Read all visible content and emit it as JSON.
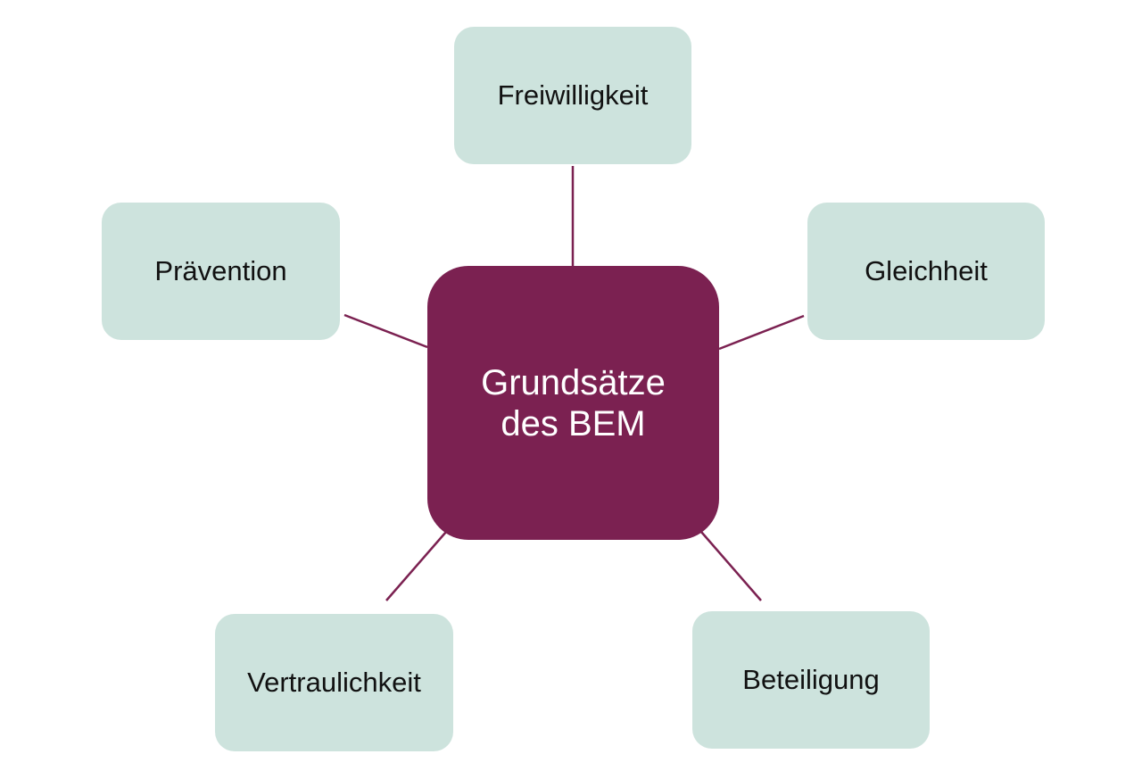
{
  "center": {
    "line1": "Grundsätze",
    "line2": "des BEM"
  },
  "nodes": [
    "Freiwilligkeit",
    "Prävention",
    "Gleichheit",
    "Vertraulichkeit",
    "Beteiligung"
  ],
  "colors": {
    "center": "#7b2151",
    "node": "#cde3dd",
    "connector": "#7b2151"
  }
}
